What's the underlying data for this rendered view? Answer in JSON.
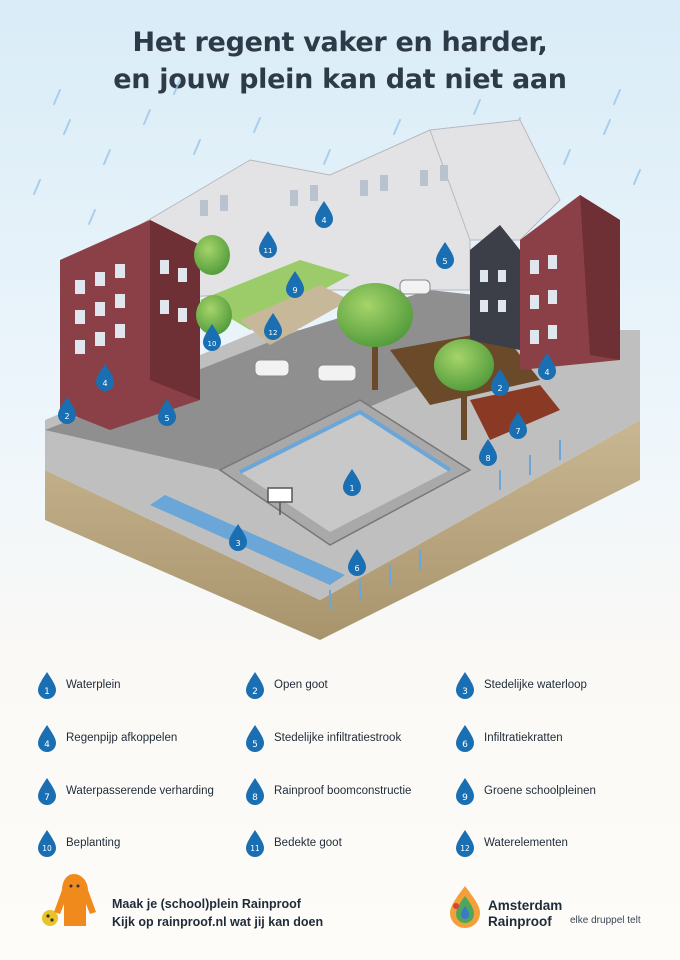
{
  "title": {
    "line1": "Het regent vaker en harder,",
    "line2": "en jouw plein kan dat niet aan"
  },
  "illustration_markers": [
    "1",
    "2",
    "3",
    "4",
    "5",
    "6",
    "7",
    "8",
    "9",
    "10",
    "11",
    "12"
  ],
  "legend": [
    {
      "num": "1",
      "label": "Waterplein"
    },
    {
      "num": "2",
      "label": "Open goot"
    },
    {
      "num": "3",
      "label": "Stedelijke waterloop"
    },
    {
      "num": "4",
      "label": "Regenpijp afkoppelen"
    },
    {
      "num": "5",
      "label": "Stedelijke infiltratiestrook"
    },
    {
      "num": "6",
      "label": "Infiltratiekratten"
    },
    {
      "num": "7",
      "label": "Waterpasserende verharding"
    },
    {
      "num": "8",
      "label": "Rainproof boomconstructie"
    },
    {
      "num": "9",
      "label": "Groene schoolpleinen"
    },
    {
      "num": "10",
      "label": "Beplanting"
    },
    {
      "num": "11",
      "label": "Bedekte goot"
    },
    {
      "num": "12",
      "label": "Waterelementen"
    }
  ],
  "footer": {
    "cta_line1": "Maak je (school)plein Rainproof",
    "cta_line2": "Kijk op rainproof.nl wat jij kan doen",
    "brand_line1": "Amsterdam",
    "brand_line2": "Rainproof",
    "tagline": "elke druppel telt"
  },
  "colors": {
    "drop": "#1a6fb3",
    "title": "#2d3a48",
    "brick": "#8a4046",
    "water": "#6aa6d8",
    "mascot": "#f08a1c"
  }
}
